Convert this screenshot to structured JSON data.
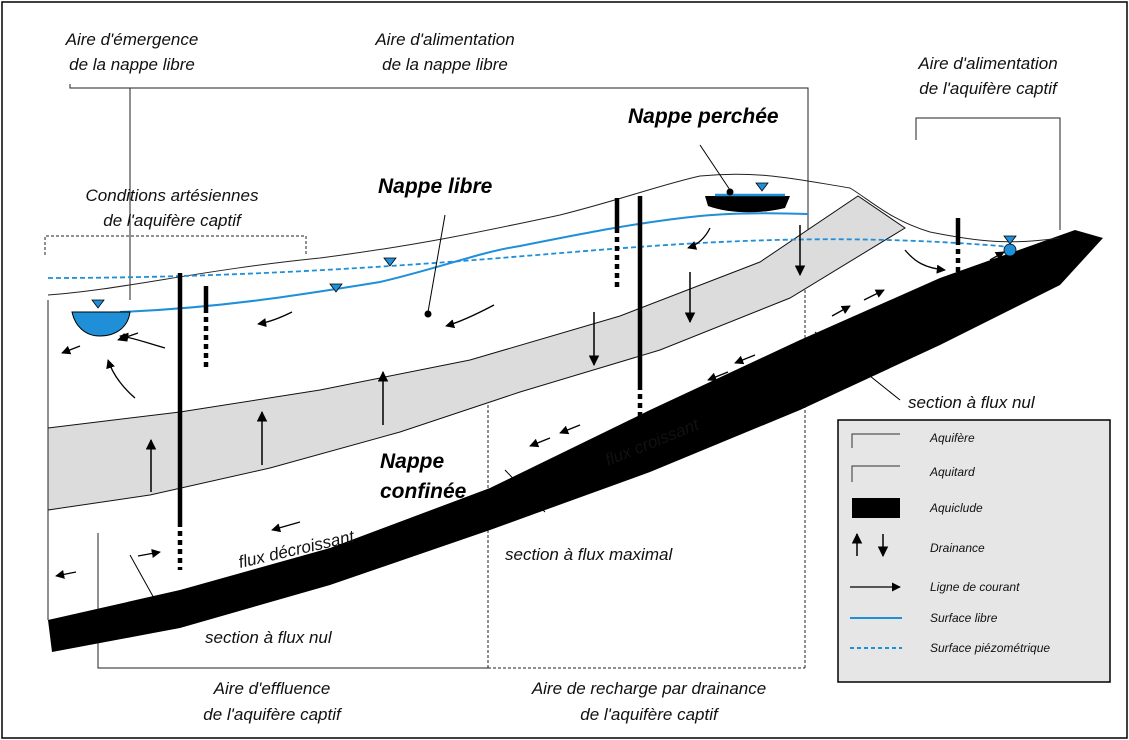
{
  "labels": {
    "aire_emergence_1": "Aire d'émergence",
    "aire_emergence_2": "de la nappe libre",
    "aire_alim_libre_1": "Aire d'alimentation",
    "aire_alim_libre_2": "de la nappe libre",
    "aire_alim_captif_1": "Aire d'alimentation",
    "aire_alim_captif_2": "de l'aquifère captif",
    "nappe_perchee": "Nappe perchée",
    "cond_art_1": "Conditions artésiennes",
    "cond_art_2": "de l'aquifère captif",
    "nappe_libre": "Nappe libre",
    "nappe_confinee_1": "Nappe",
    "nappe_confinee_2": "confinée",
    "section_flux_nul_right": "section à flux nul",
    "flux_croissant": "flux croissant",
    "flux_decroissant": "flux décroissant",
    "section_flux_maximal": "section à flux maximal",
    "section_flux_nul_bottom": "section à flux nul",
    "aire_effluence_1": "Aire d'effluence",
    "aire_effluence_2": "de l'aquifère captif",
    "aire_recharge_1": "Aire de recharge par drainance",
    "aire_recharge_2": "de l'aquifère captif"
  },
  "legend": {
    "items": [
      {
        "label": "Aquifère",
        "icon": "aquifer-swatch"
      },
      {
        "label": "Aquitard",
        "icon": "aquitard-swatch"
      },
      {
        "label": "Aquiclude",
        "icon": "aquiclude-swatch"
      },
      {
        "label": "Drainance",
        "icon": "drainance-arrows-icon"
      },
      {
        "label": "Ligne de courant",
        "icon": "flow-line-icon"
      },
      {
        "label": "Surface libre",
        "icon": "free-surface-line"
      },
      {
        "label": "Surface piézométrique",
        "icon": "piezometric-dashed-line"
      }
    ]
  },
  "colors": {
    "water": "#1f8fd8",
    "aquitard": "#dcdcdc",
    "aquiclude": "#000000",
    "legend_bg": "#e6e6e6"
  }
}
